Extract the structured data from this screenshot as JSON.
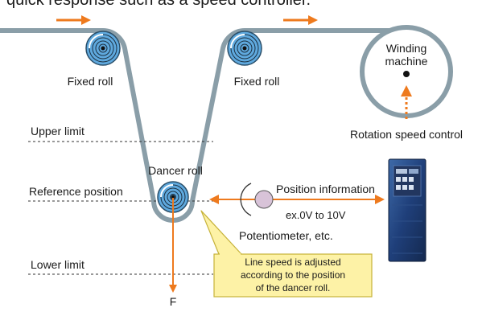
{
  "header_text": "quick response such as a speed controller.",
  "labels": {
    "fixed_roll_left": "Fixed roll",
    "fixed_roll_right": "Fixed roll",
    "winding_machine_line1": "Winding",
    "winding_machine_line2": "machine",
    "rotation_speed_control": "Rotation speed control",
    "upper_limit": "Upper limit",
    "dancer_roll": "Dancer roll",
    "reference_position": "Reference position",
    "position_information": "Position information",
    "voltage_range": "ex.0V to 10V",
    "potentiometer": "Potentiometer, etc.",
    "lower_limit": "Lower limit",
    "force": "F"
  },
  "callout": {
    "line1": "Line speed is adjusted",
    "line2": "according to the position",
    "line3": "of the dancer roll."
  },
  "colors": {
    "belt": "#8a9ea8",
    "roll_fill": "#5fa9de",
    "arrow": "#ee7a1e",
    "callout_fill": "#fdf2a6",
    "callout_stroke": "#c6b23a",
    "inverter": "#1f3f7a",
    "potentiometer_fill": "#d8c3d8"
  },
  "icons": {
    "roll": "spiral-roll-icon",
    "inverter": "inverter-device-icon",
    "potentiometer": "potentiometer-icon"
  }
}
